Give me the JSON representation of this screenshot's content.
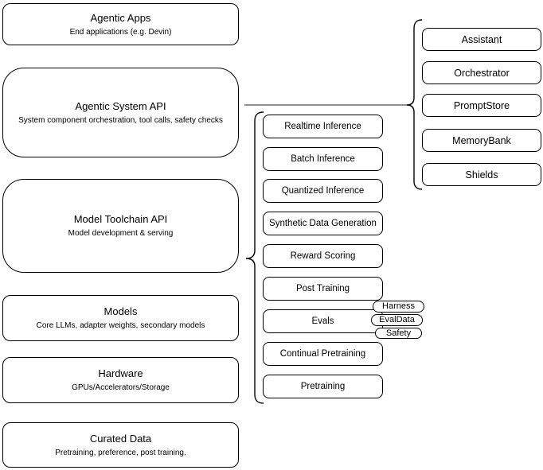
{
  "left_stack": [
    {
      "title": "Agentic Apps",
      "subtitle": "End applications (e.g. Devin)"
    },
    {
      "title": "Agentic System API",
      "subtitle": "System component orchestration, tool calls, safety checks"
    },
    {
      "title": "Model Toolchain API",
      "subtitle": "Model development & serving"
    },
    {
      "title": "Models",
      "subtitle": "Core LLMs, adapter weights, secondary models"
    },
    {
      "title": "Hardware",
      "subtitle": "GPUs/Accelerators/Storage"
    },
    {
      "title": "Curated Data",
      "subtitle": "Pretraining, preference, post training."
    }
  ],
  "toolchain_components": [
    "Realtime Inference",
    "Batch Inference",
    "Quantized Inference",
    "Synthetic Data Generation",
    "Reward Scoring",
    "Post Training",
    "Evals",
    "Continual Pretraining",
    "Pretraining"
  ],
  "evals_tags": [
    "Harness",
    "EvalData",
    "Safety"
  ],
  "system_components": [
    "Assistant",
    "Orchestrator",
    "PromptStore",
    "MemoryBank",
    "Shields"
  ],
  "colors": {
    "box_stroke": "#000000",
    "box_fill": "#ffffff",
    "connector_line": "#808080"
  }
}
